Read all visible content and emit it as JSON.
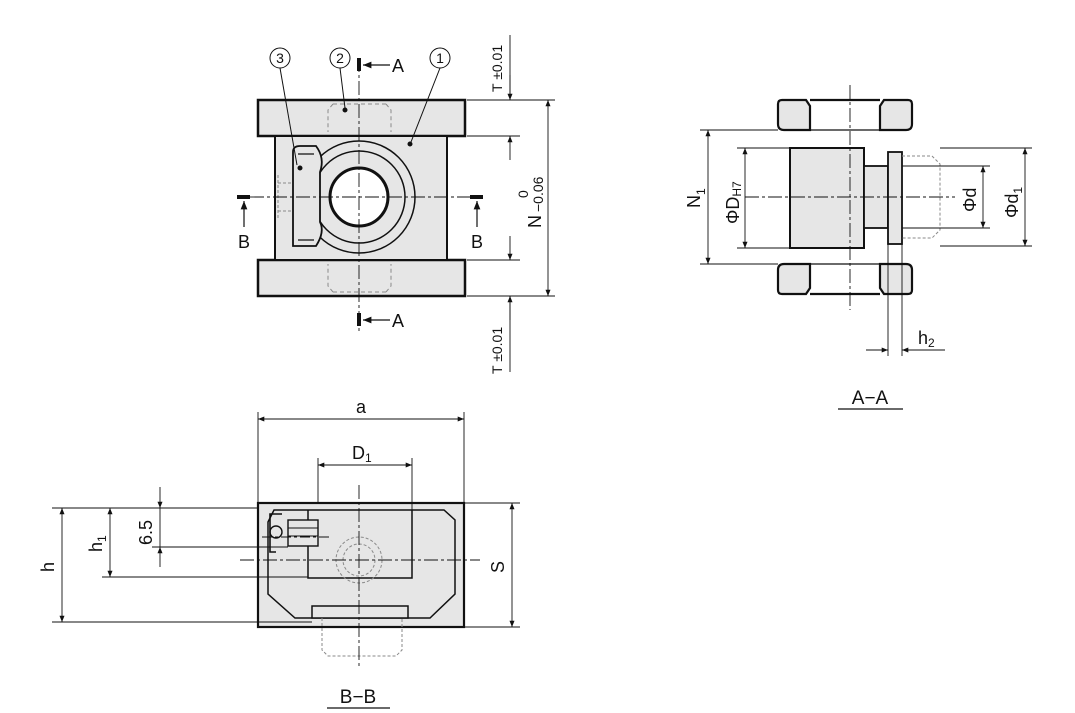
{
  "top_view": {
    "callouts": [
      {
        "number": "3"
      },
      {
        "number": "2"
      },
      {
        "number": "1"
      }
    ],
    "section_a_label": "A",
    "section_b_label": "B",
    "dim_t_top": "T ±0.01",
    "dim_t_bottom": "T ±0.01",
    "dim_n": {
      "main": "N",
      "upper_tol": "0",
      "lower_tol": "−0.06"
    }
  },
  "section_aa": {
    "title": "A−A",
    "dim_n1": {
      "main": "N",
      "sub": "1"
    },
    "dim_phi_dh7": {
      "main": "ΦD",
      "sub": "H7"
    },
    "dim_phi_d": {
      "main": "Φd"
    },
    "dim_phi_d1": {
      "main": "Φd",
      "sub": "1"
    },
    "dim_h2": {
      "main": "h",
      "sub": "2"
    }
  },
  "section_bb": {
    "title": "B−B",
    "dim_a": "a",
    "dim_d1": {
      "main": "D",
      "sub": "1"
    },
    "dim_h": "h",
    "dim_h1": {
      "main": "h",
      "sub": "1"
    },
    "dim_6_5": "6.5",
    "dim_s": "S"
  },
  "colors": {
    "part_fill": "#e6e6e6",
    "line": "#111111",
    "hidden_line": "#8a8a8a"
  }
}
